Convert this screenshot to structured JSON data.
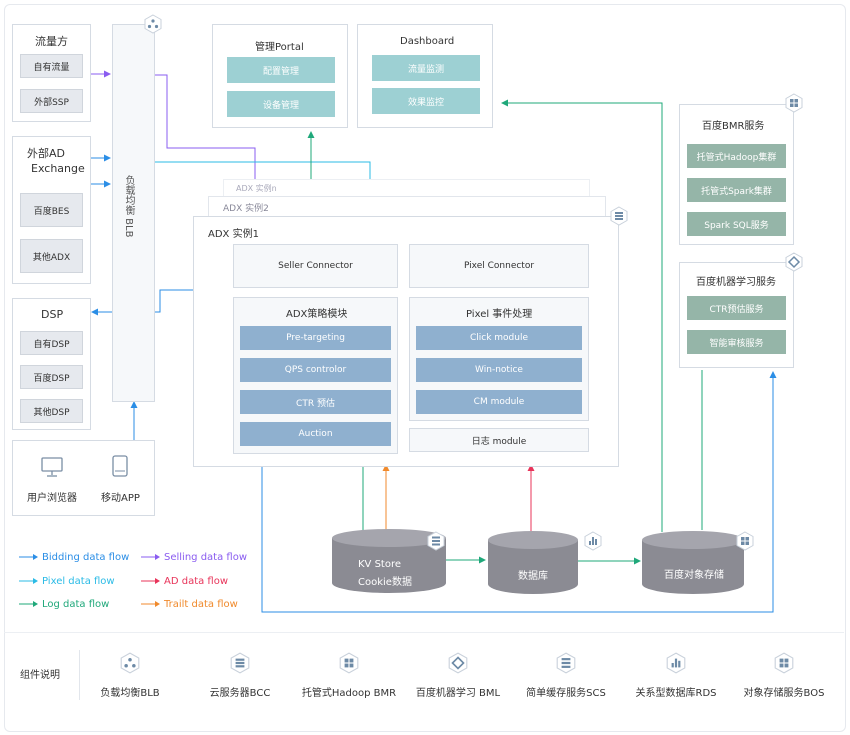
{
  "traffic": {
    "title": "流量方",
    "items": [
      "自有流量",
      "外部SSP"
    ]
  },
  "external_ad": {
    "title_line1": "外部AD",
    "title_line2": "Exchange",
    "items": [
      "百度BES",
      "其他ADX"
    ]
  },
  "dsp": {
    "title": "DSP",
    "items": [
      "自有DSP",
      "百度DSP",
      "其他DSP"
    ]
  },
  "clients": {
    "browser": "用户浏览器",
    "app": "移动APP"
  },
  "blb": {
    "label": "负载均衡 BLB"
  },
  "portal": {
    "title": "管理Portal",
    "items": [
      "配置管理",
      "设备管理"
    ]
  },
  "dashboard": {
    "title": "Dashboard",
    "items": [
      "流量监测",
      "效果监控"
    ]
  },
  "adx": {
    "instance_n": "ADX 实例n",
    "instance_2": "ADX 实例2",
    "instance_1": "ADX 实例1",
    "seller_connector": "Seller Connector",
    "pixel_connector": "Pixel Connector",
    "strategy": {
      "title": "ADX策略模块",
      "items": [
        "Pre-targeting",
        "QPS controlor",
        "CTR 预估",
        "Auction"
      ]
    },
    "pixel": {
      "title": "Pixel 事件处理",
      "items": [
        "Click module",
        "Win-notice",
        "CM module"
      ]
    },
    "log_module": "日志 module"
  },
  "bmr": {
    "title": "百度BMR服务",
    "items": [
      "托管式Hadoop集群",
      "托管式Spark集群",
      "Spark SQL服务"
    ]
  },
  "ml": {
    "title": "百度机器学习服务",
    "items": [
      "CTR预估服务",
      "智能审核服务"
    ]
  },
  "storage": {
    "kv_line1": "KV Store",
    "kv_line2": "Cookie数据",
    "db": "数据库",
    "bos": "百度对象存储"
  },
  "legend": [
    {
      "label": "Bidding data flow",
      "color": "#2b8ee6"
    },
    {
      "label": "Selling data flow",
      "color": "#8a5cf0"
    },
    {
      "label": "Pixel data flow",
      "color": "#2bbbe6"
    },
    {
      "label": "AD data flow",
      "color": "#e8345a"
    },
    {
      "label": "Log data flow",
      "color": "#1fa87a"
    },
    {
      "label": "Trailt data flow",
      "color": "#f08a2c"
    }
  ],
  "components": {
    "title": "组件说明",
    "items": [
      {
        "label": "负载均衡BLB",
        "icon": "blb-icon"
      },
      {
        "label": "云服务器BCC",
        "icon": "bcc-icon"
      },
      {
        "label": "托管式Hadoop BMR",
        "icon": "bmr-icon"
      },
      {
        "label": "百度机器学习 BML",
        "icon": "bml-icon"
      },
      {
        "label": "简单缓存服务SCS",
        "icon": "scs-icon"
      },
      {
        "label": "关系型数据库RDS",
        "icon": "rds-icon"
      },
      {
        "label": "对象存储服务BOS",
        "icon": "bos-icon"
      }
    ]
  }
}
